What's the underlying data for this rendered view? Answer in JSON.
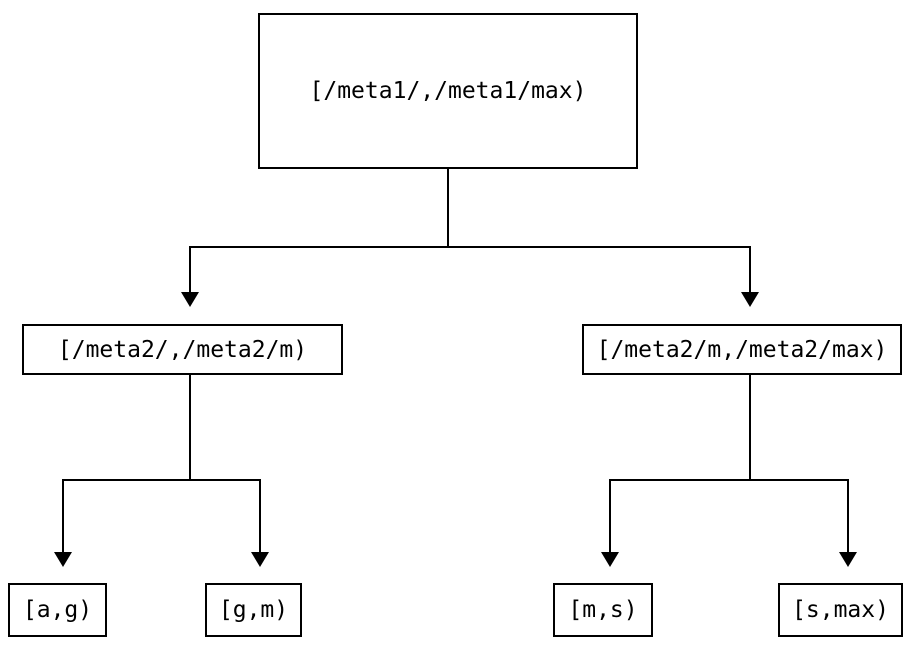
{
  "diagram": {
    "type": "tree",
    "description": "Two-level binary split of a key range into sub-ranges",
    "colors": {
      "background": "#ffffff",
      "line": "#000000",
      "box_border": "#000000",
      "text": "#000000"
    },
    "nodes": {
      "root": {
        "label": "[/meta1/,/meta1/max)"
      },
      "level2": [
        {
          "label": "[/meta2/,/meta2/m)"
        },
        {
          "label": "[/meta2/m,/meta2/max)"
        }
      ],
      "leaves": [
        {
          "label": "[a,g)"
        },
        {
          "label": "[g,m)"
        },
        {
          "label": "[m,s)"
        },
        {
          "label": "[s,max)"
        }
      ]
    },
    "edges": [
      {
        "from": "root",
        "to": "level2.0"
      },
      {
        "from": "root",
        "to": "level2.1"
      },
      {
        "from": "level2.0",
        "to": "leaves.0"
      },
      {
        "from": "level2.0",
        "to": "leaves.1"
      },
      {
        "from": "level2.1",
        "to": "leaves.2"
      },
      {
        "from": "level2.1",
        "to": "leaves.3"
      }
    ]
  }
}
